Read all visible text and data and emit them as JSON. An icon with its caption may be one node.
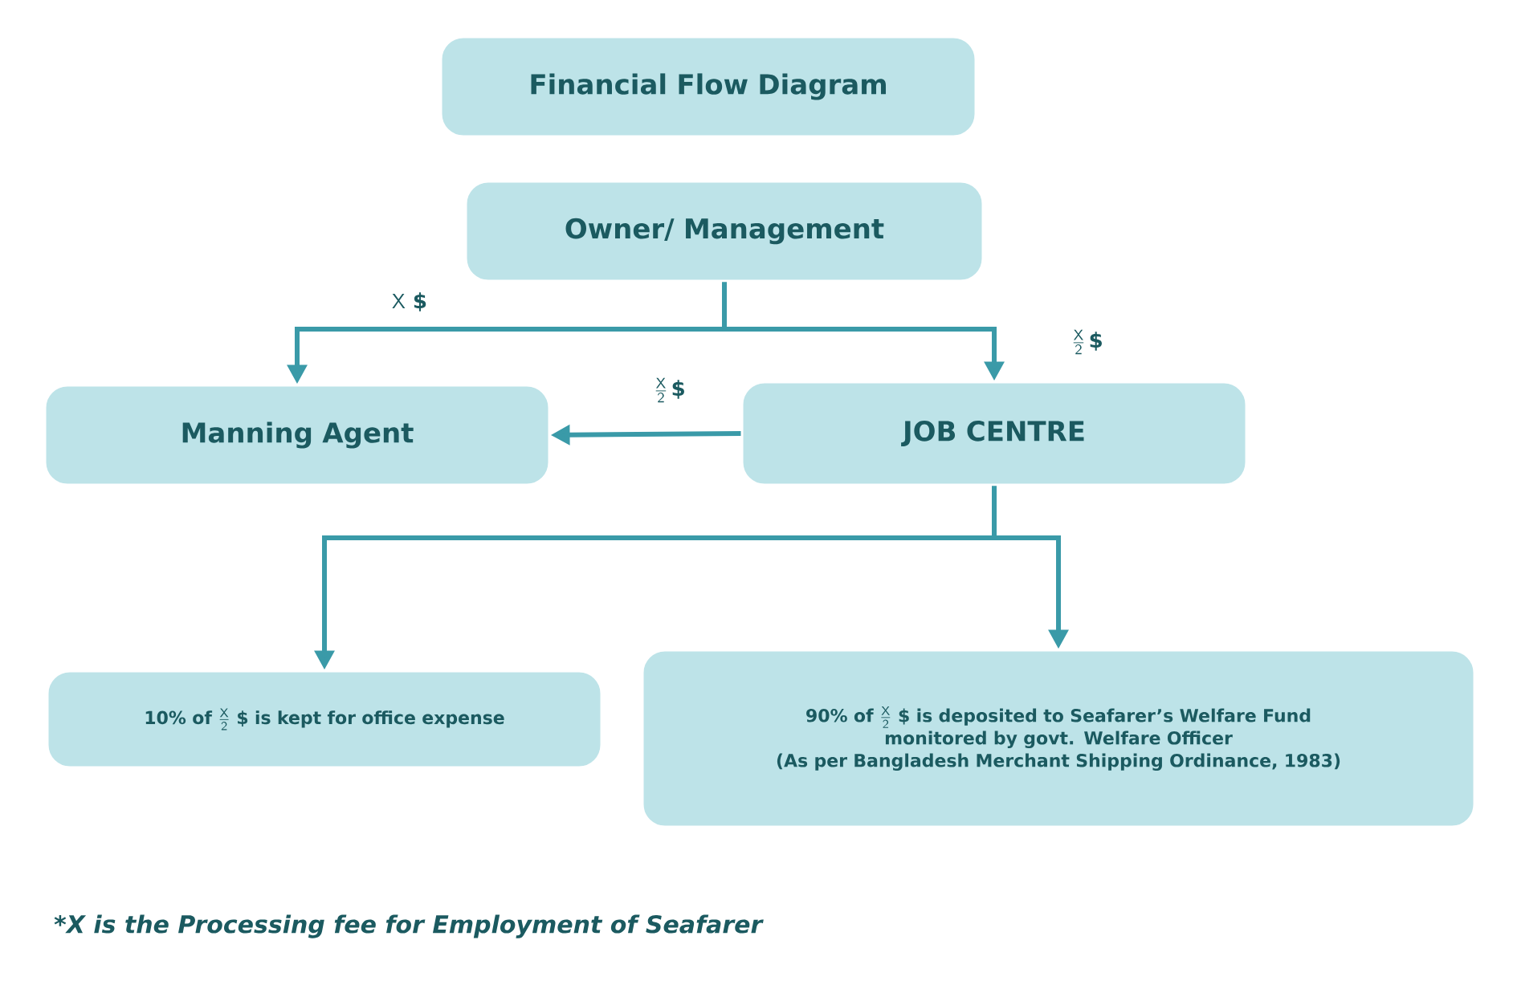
{
  "diagram": {
    "caption": "*X is the Processing fee for Employment of Seafarer",
    "nodes": [
      {
        "text": [
          "Financial Flow Diagram"
        ]
      },
      {
        "text": [
          "Owner/ Management"
        ]
      },
      {
        "text": [
          "Manning Agent"
        ]
      },
      {
        "text": [
          "JOB CENTRE"
        ]
      },
      {
        "text": [
          "\\text{10\\% of }\\frac{\\mathsf{X}}{\\mathsf{2}}\\text{ \\$ is kept for office expense}"
        ]
      },
      {
        "text": [
          "\\text{90\\% of }\\frac{\\mathsf{X}}{\\mathsf{2}}\\text{ \\$ is deposited to Seafarer's Welfare Fund}",
          "monitored by govt. Welfare Officer",
          "(As per Bangladesh Merchant Shipping Ordinance, 1983)"
        ]
      }
    ],
    "edges": [
      {
        "from": 1,
        "to": 2,
        "arrow": "to",
        "label": "\\mathsf{X}\\ \\text{\\$}"
      },
      {
        "from": 1,
        "to": 3,
        "arrow": "to",
        "label": "\\frac{\\mathsf{X}}{\\mathsf{2}}\\,\\text{\\$}"
      },
      {
        "from": 3,
        "to": 2,
        "arrow": "to",
        "label": "\\frac{\\mathsf{X}}{\\mathsf{2}}\\,\\text{\\$}"
      },
      {
        "from": 3,
        "to": 4,
        "arrow": "to"
      },
      {
        "from": 3,
        "to": 5,
        "arrow": "to"
      }
    ]
  }
}
